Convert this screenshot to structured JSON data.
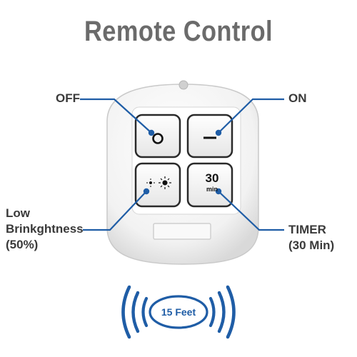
{
  "title": "Remote Control",
  "labels": {
    "off": "OFF",
    "on": "ON",
    "low_brightness": [
      "Low",
      "Brinkghtness",
      "(50%)"
    ],
    "timer": [
      "TIMER",
      "(30 Min)"
    ]
  },
  "buttons": {
    "off_icon": "circle-icon",
    "on_icon": "dash-icon",
    "brightness_icon": "half-brightness-icon",
    "timer_value": "30",
    "timer_unit": "min"
  },
  "range": "15 Feet",
  "colors": {
    "accent": "#1f5da6",
    "title": "#6b6b6b",
    "label": "#3a3a3a",
    "remote_body": "#f7f7f7",
    "button": "#f4f4f4",
    "button_border": "#2a2a2a"
  }
}
